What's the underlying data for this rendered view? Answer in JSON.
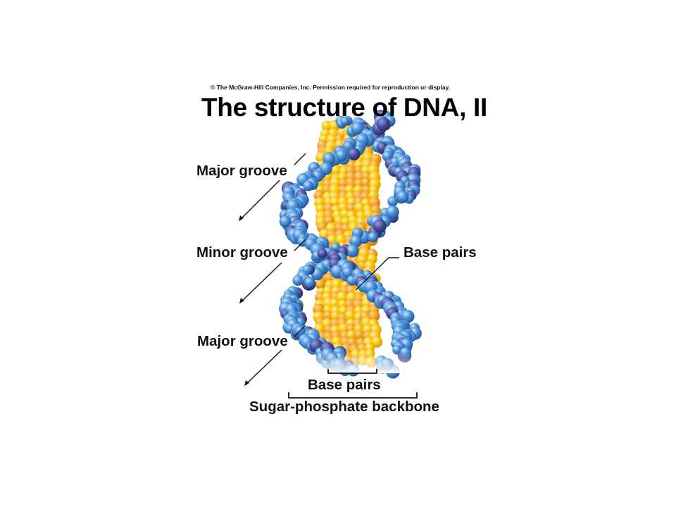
{
  "copyright": "© The McGraw-Hill Companies, Inc. Permission required for reproduction or display.",
  "title": "The structure of DNA, II",
  "labels": {
    "major_groove_top": "Major groove",
    "minor_groove": "Minor groove",
    "major_groove_bottom": "Major groove",
    "base_pairs_right": "Base pairs",
    "base_pairs_bottom": "Base pairs",
    "backbone": "Sugar-phosphate backbone"
  },
  "colors": {
    "backbone_blue": "#3a7fc8",
    "backbone_dark": "#1f4f92",
    "purine_purple": "#4a4e9c",
    "base_yellow": "#f5b800",
    "base_orange": "#e88a10"
  }
}
